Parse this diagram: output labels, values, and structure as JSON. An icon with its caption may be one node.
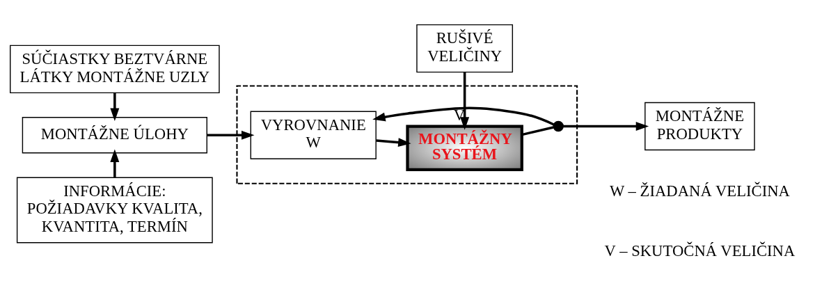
{
  "diagram": {
    "nodes": [
      {
        "text": [
          "SÚČIASTKY BEZTVÁRNE LÁTKY MONTÁŽNE UZLY"
        ]
      },
      {
        "text": [
          "MONTÁŽNE ÚLOHY"
        ]
      },
      {
        "text": [
          "INFORMÁCIE: POŽIADAVKY KVALITA, KVANTITA, TERMÍN"
        ]
      },
      {
        "text": [
          "RUŠIVÉ VELIČINY"
        ]
      },
      {
        "text": [],
        "shape": "box"
      },
      {
        "text": [
          "VYROVNANIE W"
        ],
        "in": 4
      },
      {
        "text": [
          "MONTÁŽNY SYSTÉM"
        ],
        "in": 4
      },
      {
        "text": [],
        "shape": "circle",
        "in": 4
      },
      {
        "text": [
          "MONTÁŽNE PRODUKTY"
        ]
      }
    ],
    "edges": [
      {
        "from": 0,
        "to": 1,
        "arrow": "to"
      },
      {
        "from": 2,
        "to": 1,
        "arrow": "to"
      },
      {
        "from": 1,
        "to": 5,
        "arrow": "to"
      },
      {
        "from": 3,
        "to": 6,
        "arrow": "to"
      },
      {
        "from": 5,
        "to": 6,
        "arrow": "to"
      },
      {
        "from": 6,
        "to": 7,
        "arrow": "none"
      },
      {
        "from": 7,
        "to": 8,
        "arrow": "to"
      },
      {
        "from": 7,
        "to": 5,
        "arrow": "to",
        "label": "V"
      }
    ],
    "labels": [
      "W – ŽIADANÁ VELIČINA",
      "V – SKUTOČNÁ VELIČINA"
    ]
  }
}
